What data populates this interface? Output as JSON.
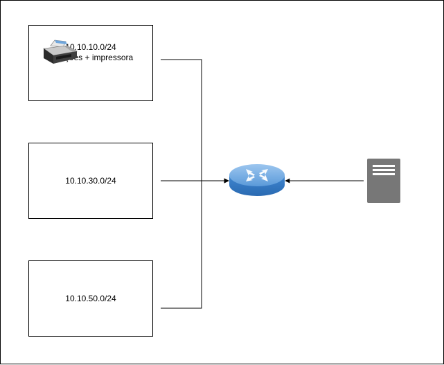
{
  "diagram": {
    "subnets": [
      {
        "cidr": "10.10.10.0/24",
        "description": "Estações + impressora",
        "icon": "printer-icon"
      },
      {
        "cidr": "10.10.30.0/24"
      },
      {
        "cidr": "10.10.50.0/24"
      }
    ],
    "devices": [
      {
        "icon": "router-icon"
      },
      {
        "icon": "server-icon"
      }
    ],
    "colors": {
      "router_blue": "#4a8fd6",
      "server_gray": "#777777",
      "line": "#000000"
    }
  }
}
